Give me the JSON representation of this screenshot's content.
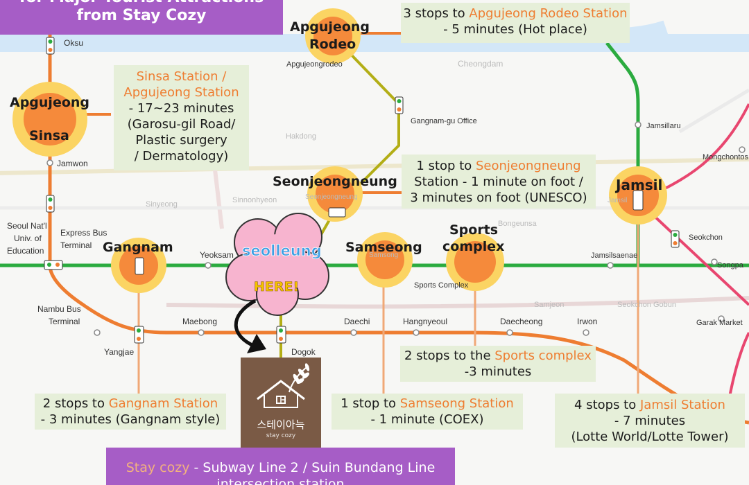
{
  "header": {
    "line1": "for Major Tourist Attractions",
    "line2": "from Stay Cozy"
  },
  "hubs": {
    "apgujeong_sinsa_a": "Apgujeong",
    "apgujeong_sinsa_b": "Sinsa",
    "apgujeong_rodeo_a": "Apgujeong",
    "apgujeong_rodeo_b": "Rodeo",
    "seonjeongneung": "Seonjeongneung",
    "gangnam": "Gangnam",
    "samseong": "Samseong",
    "sports_a": "Sports",
    "sports_b": "complex",
    "jamsil": "Jamsil"
  },
  "stations": {
    "oksu": "Oksu",
    "jamwon": "Jamwon",
    "apgujeong_rodeo_small": "Apgujeongrodeo",
    "gangnamgu_office": "Gangnam-gu Office",
    "seoul_natl_1": "Seoul Nat'l",
    "seoul_natl_2": "Univ. of",
    "seoul_natl_3": "Education",
    "express_bus_1": "Express Bus",
    "express_bus_2": "Terminal",
    "yeoksam": "Yeoksam",
    "nambu_bus_1": "Nambu Bus",
    "nambu_bus_2": "Terminal",
    "yangjae": "Yangjae",
    "maebong": "Maebong",
    "dogok": "Dogok",
    "daechi": "Daechi",
    "hangnyeoul": "Hangnyeoul",
    "daecheong": "Daecheong",
    "irwon": "Irwon",
    "sports_complex_small": "Sports Complex",
    "jamsilsaenae": "Jamsilsaenae",
    "jamsillaru": "Jamsillaru",
    "mongchontoseong": "Mongchontos",
    "seokchon": "Seokchon",
    "songpa": "Songpa",
    "garak_market": "Garak Market"
  },
  "faint_labels": {
    "cheongdam": "Cheongdam",
    "hakdong": "Hakdong",
    "sinnonhyeon": "Sinnonhyeon",
    "sinyeong": "Sinyeong",
    "bongeunsa": "Bongeunsa",
    "samjeon": "Samjeon",
    "seokchon_gobun": "Seokchon Gobun",
    "samsung_faint": "Samsong",
    "seonjeongneung_faint": "Seonjeongneung",
    "jamsil_faint": "Jamsil"
  },
  "here_badge": {
    "name": "seolleung",
    "here": "HERE!"
  },
  "callouts": {
    "rodeo": {
      "l1_pre": "3 stops to ",
      "l1_hl": "Apgujeong Rodeo Station",
      "l2": "- 5 minutes (Hot place)"
    },
    "sinsa": {
      "l1_hl": "Sinsa Station /",
      "l2_hl": "Apgujeong Station",
      "l3": "- 17~23 minutes",
      "l4": "(Garosu-gil Road/",
      "l5": "Plastic surgery",
      "l6": "/ Dermatology)"
    },
    "seonjeongneung": {
      "l1_pre": "1 stop to ",
      "l1_hl": "Seonjeongneung",
      "l2": "Station - 1 minute on foot /",
      "l3": "3 minutes on foot (UNESCO)"
    },
    "sports": {
      "l1_pre": "2 stops to the ",
      "l1_hl": "Sports complex",
      "l2": "-3 minutes"
    },
    "gangnam": {
      "l1_pre": "2 stops to ",
      "l1_hl": "Gangnam Station",
      "l2": "- 3 minutes (Gangnam style)"
    },
    "samseong": {
      "l1_pre": "1 stop to ",
      "l1_hl": "Samseong Station",
      "l2": "- 1 minute (COEX)"
    },
    "jamsil": {
      "l1_pre": "4 stops to ",
      "l1_hl": "Jamsil Station",
      "l2": "- 7 minutes",
      "l3": "(Lotte World/Lotte Tower)"
    }
  },
  "logo": {
    "korean": "스테이아늑",
    "english": "stay cozy"
  },
  "footer": {
    "hl": "Stay cozy",
    "rest": " - Subway Line 2 / Suin Bundang Line",
    "line2": "intersection station"
  },
  "colors": {
    "line2_green": "#2bab3f",
    "suin_bundang_yellow": "#b3ae16",
    "line3_orange": "#ee7d31",
    "line8_pink": "#e8466f",
    "river_blue": "#cfe6f7",
    "callout_bg": "#e6efd9",
    "highlight": "#ee7d31",
    "banner_purple": "#a65dc6"
  }
}
